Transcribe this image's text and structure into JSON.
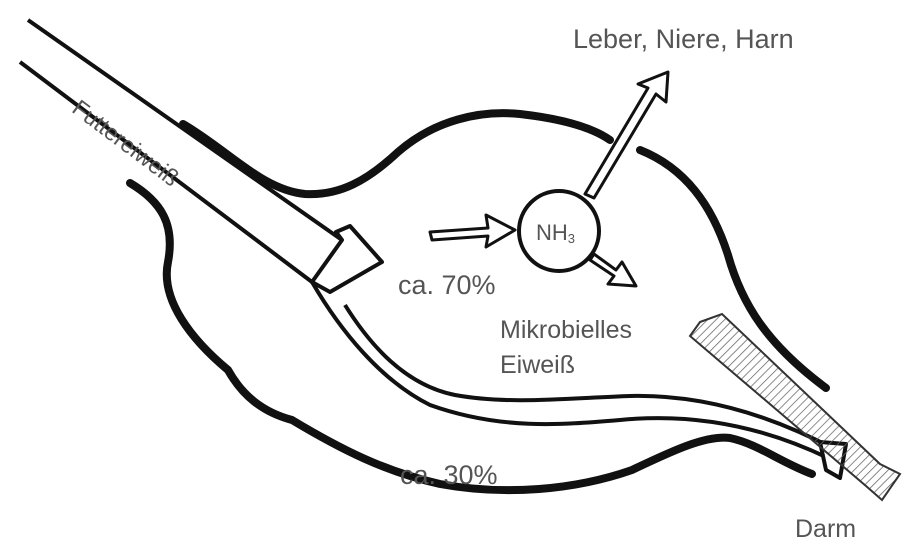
{
  "labels": {
    "leber_niere_harn": "Leber, Niere, Harn",
    "nh3_main": "NH",
    "nh3_sub": "3",
    "ca70": "ca. 70%",
    "mikrobielles": "Mikrobielles",
    "eiweiss": "Eiweiß",
    "ca30": "ca. 30%",
    "darm": "Darm",
    "futtereiweiss": "Futtereiweiß"
  },
  "colors": {
    "stroke": "#111111",
    "text": "#555555",
    "arrow_fill": "#ffffff",
    "hatch": "#666666"
  }
}
